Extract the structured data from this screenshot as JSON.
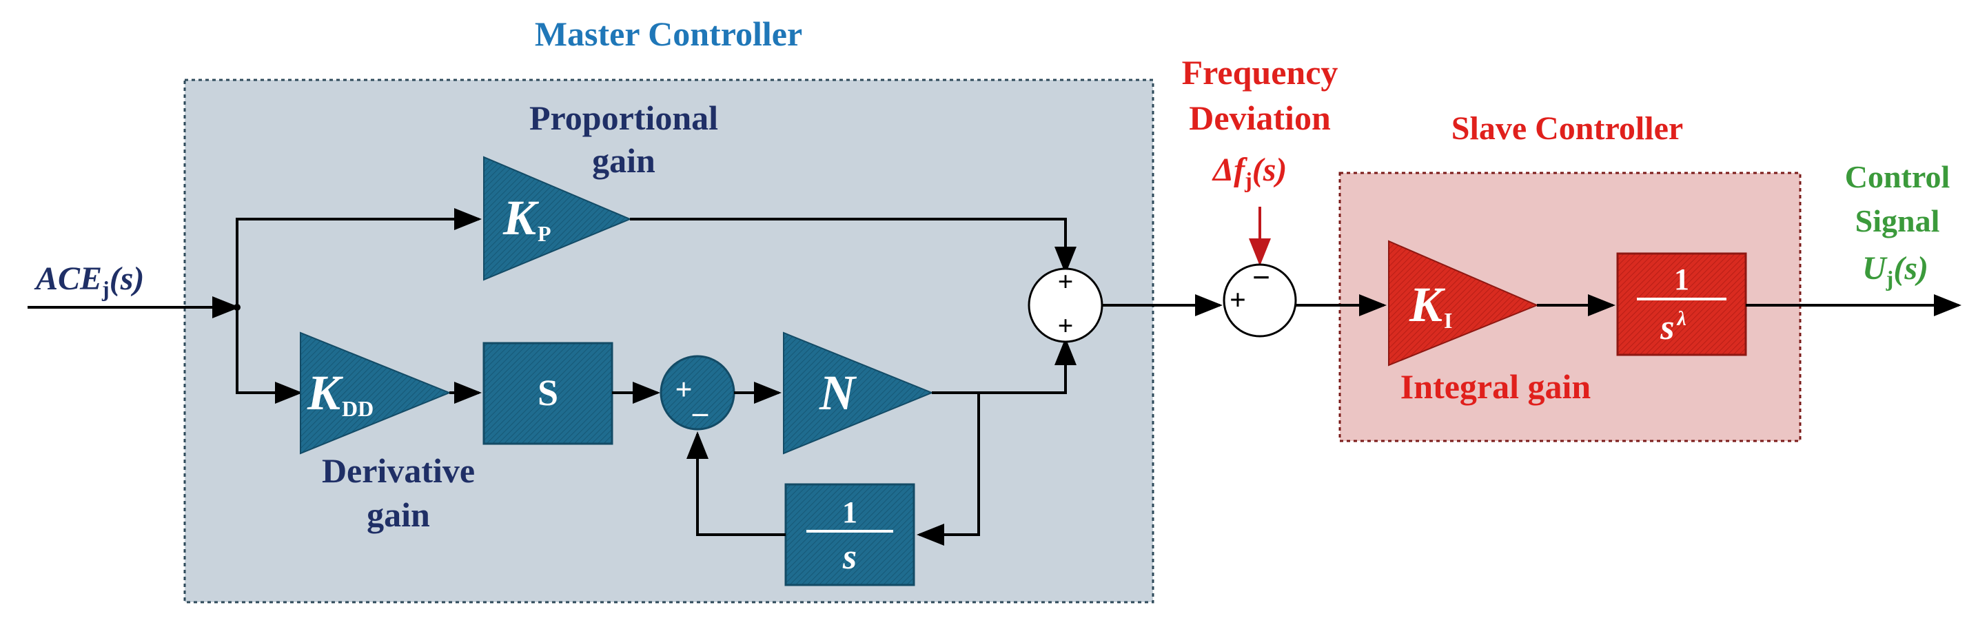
{
  "master": {
    "title": "Master Controller",
    "proportional_label": [
      "Proportional",
      "gain"
    ],
    "derivative_label": [
      "Derivative",
      "gain"
    ],
    "kp": {
      "main": "K",
      "sub": "P"
    },
    "kdd": {
      "main": "K",
      "sub": "DD"
    },
    "s_block": "S",
    "n_block": "N",
    "integrator": {
      "num": "1",
      "den": "s"
    },
    "sum1": {
      "top": "+",
      "bottom": "_"
    },
    "sum2": {
      "top": "+",
      "bottom": "+"
    }
  },
  "input": {
    "main": "ACE",
    "sub": "j",
    "suffix": "(s)"
  },
  "frequency": {
    "label": [
      "Frequency",
      "Deviation"
    ],
    "symbol": {
      "main": "Δf",
      "sub": "j",
      "suffix": "(s)"
    },
    "sum3": {
      "left": "+",
      "top": "−"
    }
  },
  "slave": {
    "title": "Slave Controller",
    "ki": {
      "main": "K",
      "sub": "I"
    },
    "frac": {
      "num": "1",
      "den": "s",
      "exp": "λ"
    },
    "integral_label": "Integral gain"
  },
  "output": {
    "label": [
      "Control",
      "Signal"
    ],
    "symbol": {
      "main": "U",
      "sub": "j",
      "suffix": "(s)"
    }
  },
  "colors": {
    "master_fill": "#c9d3dc",
    "slave_fill": "#ebc5c4",
    "block_blue": "#1d6a8d",
    "block_red": "#d42a20",
    "arrow": "#000000"
  }
}
